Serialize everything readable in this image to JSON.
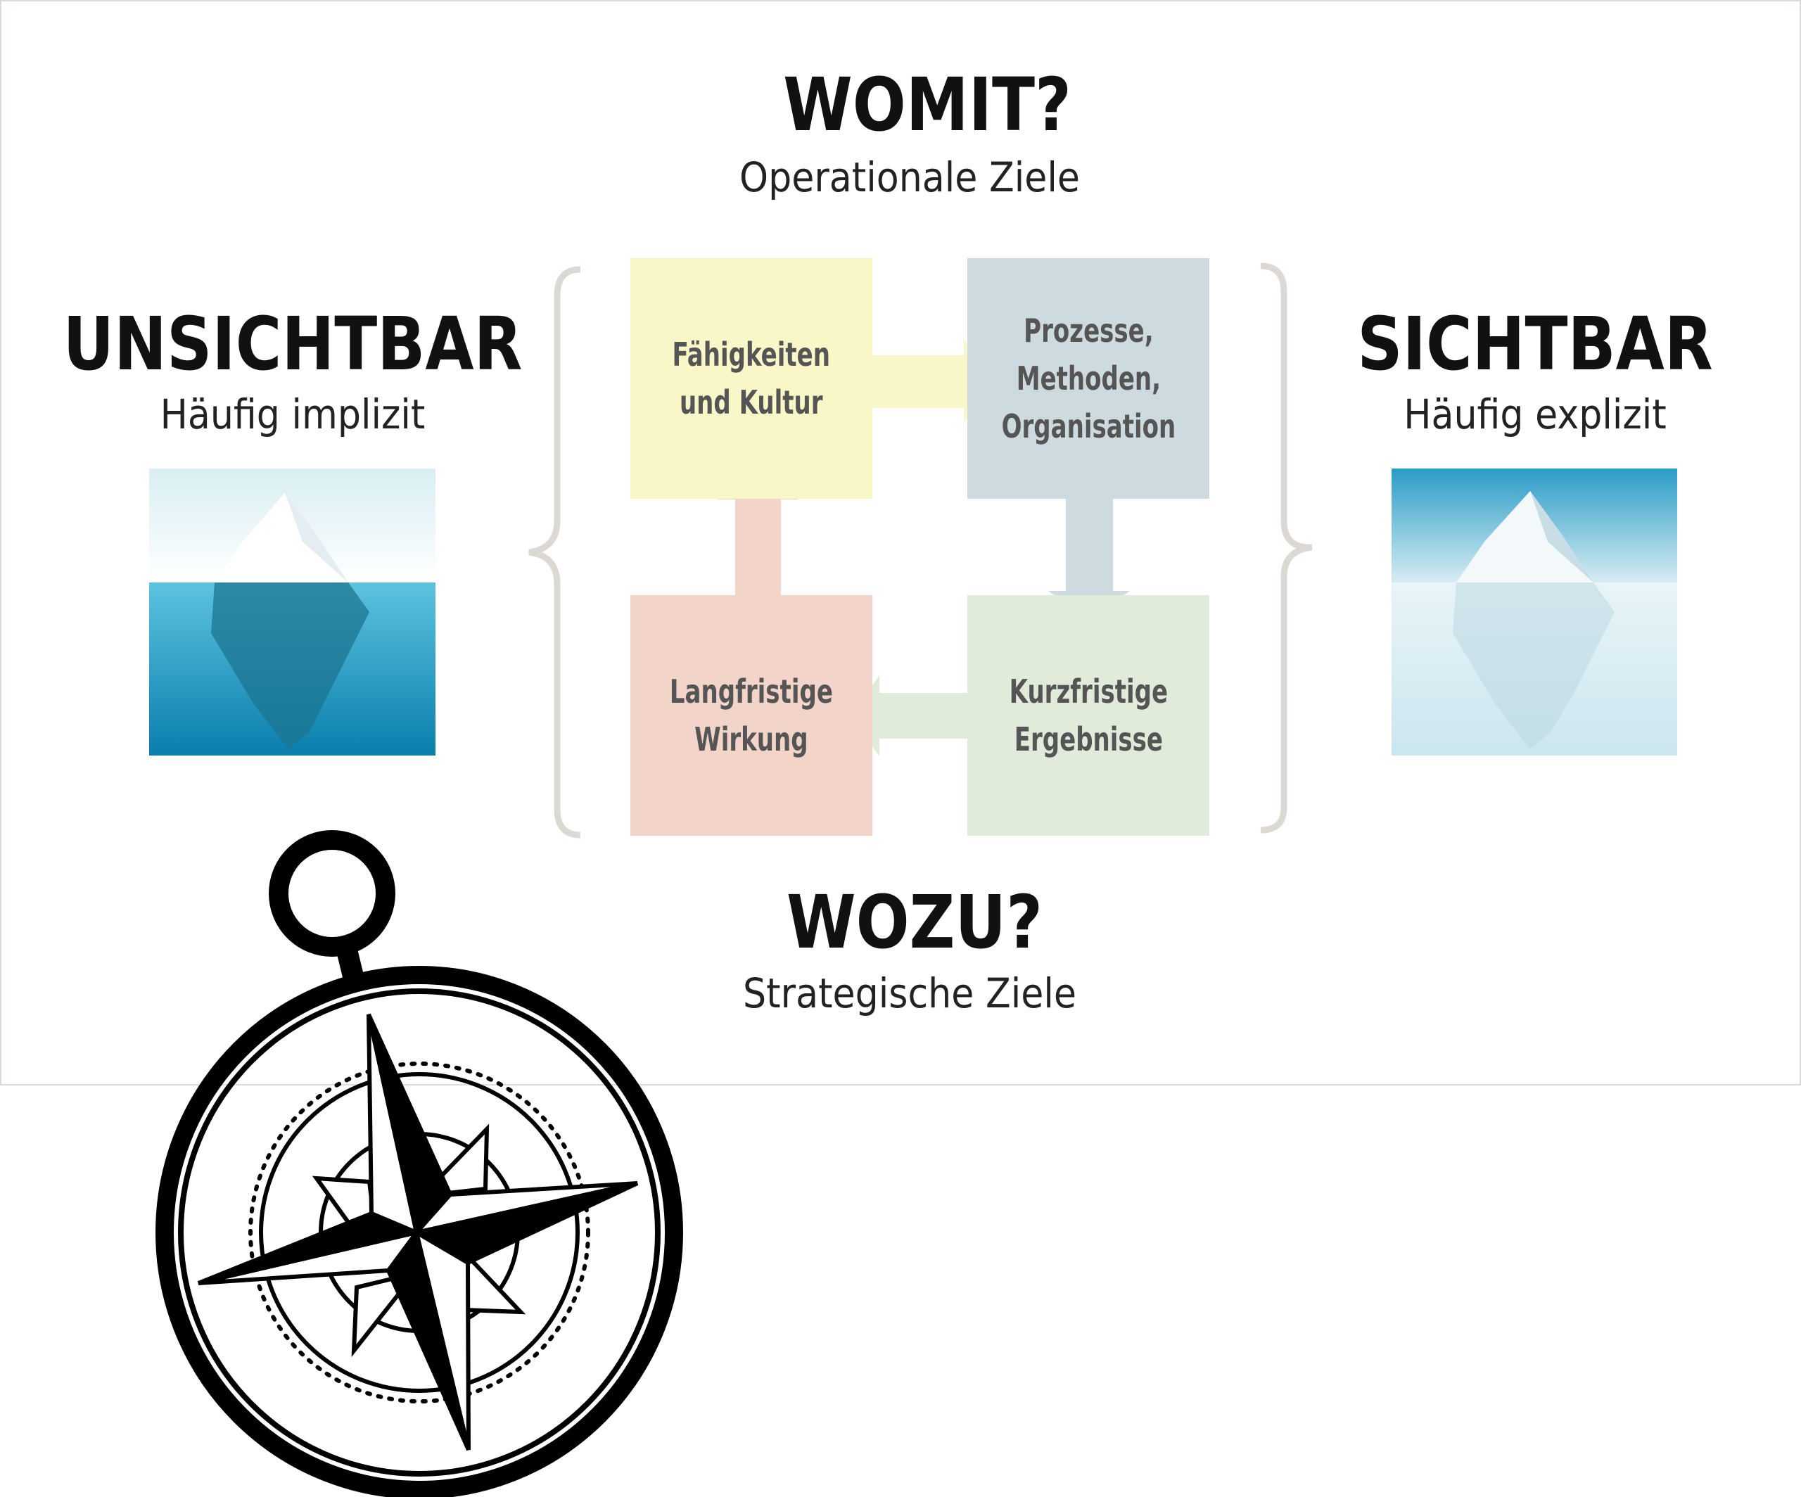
{
  "top": {
    "title": "WOMIT?",
    "subtitle": "Operationale Ziele"
  },
  "bottom": {
    "title": "WOZU?",
    "subtitle": "Strategische Ziele"
  },
  "left": {
    "title": "UNSICHTBAR",
    "subtitle": "Häufig implizit",
    "image": "iceberg-submerged-icon"
  },
  "right": {
    "title": "SICHTBAR",
    "subtitle": "Häufig explizit",
    "image": "iceberg-visible-icon"
  },
  "boxes": [
    {
      "line1": "Fähigkeiten",
      "line2": "und Kultur",
      "color": "#f9f6c8"
    },
    {
      "line1": "Prozesse,",
      "line2": "Methoden,",
      "line3": "Organisation",
      "color": "#cddbe0"
    },
    {
      "line1": "Kurzfristige",
      "line2": "Ergebnisse",
      "color": "#e1ebda"
    },
    {
      "line1": "Langfristige",
      "line2": "Wirkung",
      "color": "#f2d4c9"
    }
  ],
  "decoration": "compass-icon"
}
